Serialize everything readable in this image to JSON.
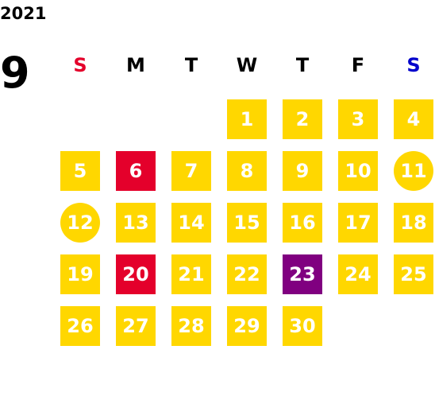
{
  "calendar": {
    "year": "2021",
    "month": "9",
    "weekdays": [
      {
        "label": "S",
        "color": "#e4002b"
      },
      {
        "label": "M",
        "color": "#000000"
      },
      {
        "label": "T",
        "color": "#000000"
      },
      {
        "label": "W",
        "color": "#000000"
      },
      {
        "label": "T",
        "color": "#000000"
      },
      {
        "label": "F",
        "color": "#000000"
      },
      {
        "label": "S",
        "color": "#0000cc"
      }
    ],
    "colors": {
      "default": "#ffd700",
      "holiday": "#e4002b",
      "special": "#800080"
    },
    "first_weekday_index": 3,
    "days": [
      {
        "label": "1",
        "style": "default"
      },
      {
        "label": "2",
        "style": "default"
      },
      {
        "label": "3",
        "style": "default"
      },
      {
        "label": "4",
        "style": "default"
      },
      {
        "label": "5",
        "style": "default"
      },
      {
        "label": "6",
        "style": "holiday"
      },
      {
        "label": "7",
        "style": "default"
      },
      {
        "label": "8",
        "style": "default"
      },
      {
        "label": "9",
        "style": "default"
      },
      {
        "label": "10",
        "style": "default"
      },
      {
        "label": "11",
        "style": "circle"
      },
      {
        "label": "12",
        "style": "circle"
      },
      {
        "label": "13",
        "style": "default"
      },
      {
        "label": "14",
        "style": "default"
      },
      {
        "label": "15",
        "style": "default"
      },
      {
        "label": "16",
        "style": "default"
      },
      {
        "label": "17",
        "style": "default"
      },
      {
        "label": "18",
        "style": "default"
      },
      {
        "label": "19",
        "style": "default"
      },
      {
        "label": "20",
        "style": "holiday"
      },
      {
        "label": "21",
        "style": "default"
      },
      {
        "label": "22",
        "style": "default"
      },
      {
        "label": "23",
        "style": "special"
      },
      {
        "label": "24",
        "style": "default"
      },
      {
        "label": "25",
        "style": "default"
      },
      {
        "label": "26",
        "style": "default"
      },
      {
        "label": "27",
        "style": "default"
      },
      {
        "label": "28",
        "style": "default"
      },
      {
        "label": "29",
        "style": "default"
      },
      {
        "label": "30",
        "style": "default"
      }
    ]
  }
}
